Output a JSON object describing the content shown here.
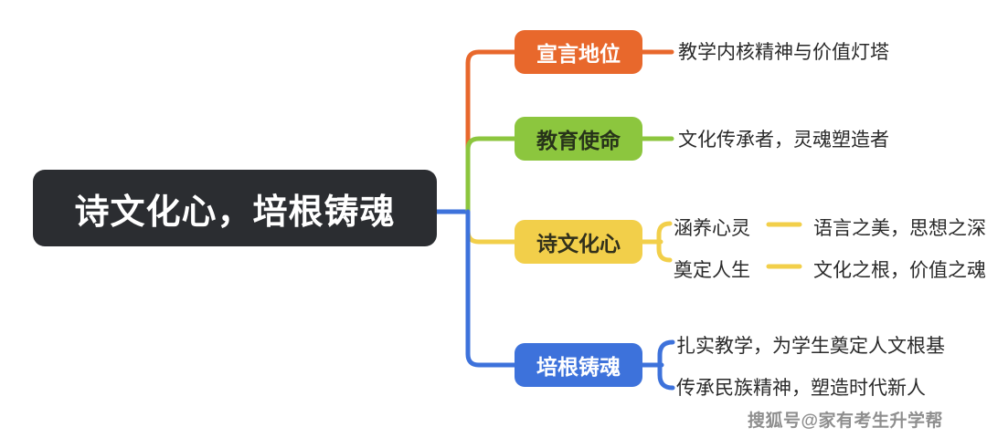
{
  "diagram": {
    "type": "mindmap",
    "orientation": "left-to-right",
    "root": {
      "label": "诗文化心，培根铸魂",
      "color": "#2b2d31",
      "text_color": "#ffffff"
    },
    "branches": [
      {
        "label": "宣言地位",
        "color": "#e8682c",
        "text_color": "#ffffff",
        "children": [
          {
            "label": "教学内核精神与价值灯塔"
          }
        ]
      },
      {
        "label": "教育使命",
        "color": "#8cc63e",
        "text_color": "#27331a",
        "children": [
          {
            "label": "文化传承者，灵魂塑造者"
          }
        ]
      },
      {
        "label": "诗文化心",
        "color": "#f2cf4a",
        "text_color": "#31301b",
        "children": [
          {
            "label": "涵养心灵",
            "detail": "语言之美，思想之深"
          },
          {
            "label": "奠定人生",
            "detail": "文化之根，价值之魂"
          }
        ]
      },
      {
        "label": "培根铸魂",
        "color": "#3d72db",
        "text_color": "#ffffff",
        "children": [
          {
            "label": "扎实教学，为学生奠定人文根基"
          },
          {
            "label": "传承民族精神，塑造时代新人"
          }
        ]
      }
    ]
  },
  "watermark": {
    "text": "搜狐号@家有考生升学帮"
  },
  "colors": {
    "background": "#ffffff",
    "root": "#2b2d31",
    "orange": "#e8682c",
    "green": "#8cc63e",
    "yellow": "#f2cf4a",
    "blue": "#3d72db",
    "text": "#2a2a2a"
  }
}
